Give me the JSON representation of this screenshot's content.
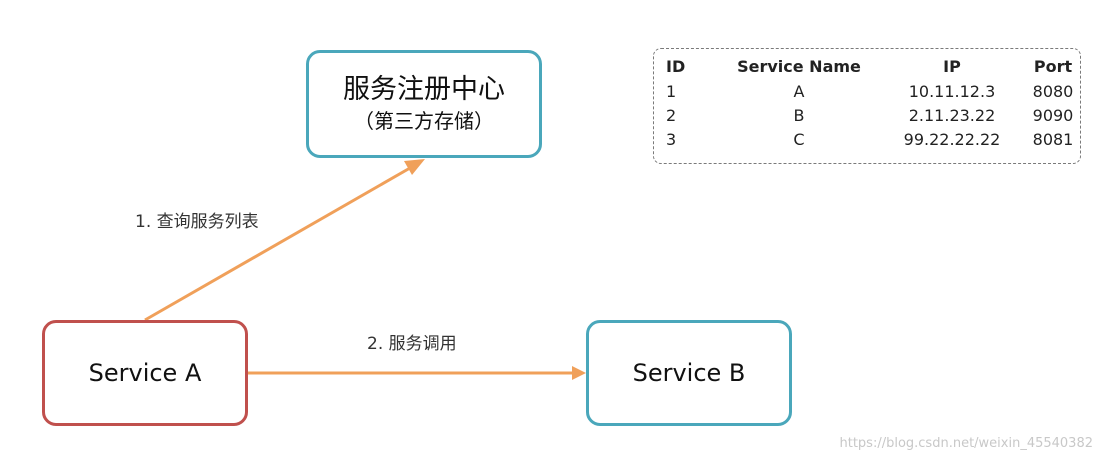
{
  "nodes": {
    "registry": {
      "title": "服务注册中心",
      "subtitle": "（第三方存储）"
    },
    "service_a": {
      "label": "Service A"
    },
    "service_b": {
      "label": "Service B"
    }
  },
  "edges": {
    "query": {
      "label": "1. 查询服务列表"
    },
    "call": {
      "label": "2. 服务调用"
    }
  },
  "table": {
    "headers": {
      "id": "ID",
      "name": "Service Name",
      "ip": "IP",
      "port": "Port"
    },
    "rows": [
      {
        "id": "1",
        "name": "A",
        "ip": "10.11.12.3",
        "port": "8080"
      },
      {
        "id": "2",
        "name": "B",
        "ip": "2.11.23.22",
        "port": "9090"
      },
      {
        "id": "3",
        "name": "C",
        "ip": "99.22.22.22",
        "port": "8081"
      }
    ]
  },
  "watermark": "https://blog.csdn.net/weixin_45540382",
  "colors": {
    "teal_border": "#4aa7bb",
    "red_border": "#c0504d",
    "arrow": "#f0a05a"
  }
}
